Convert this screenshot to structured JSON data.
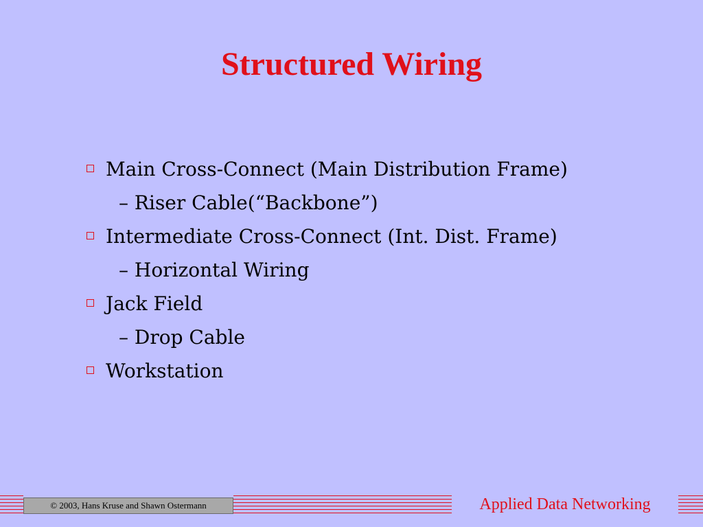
{
  "slide": {
    "title": "Structured Wiring",
    "bullets": [
      {
        "level": 1,
        "text": "Main Cross-Connect (Main Distribution Frame)"
      },
      {
        "level": 2,
        "text": "– Riser Cable(“Backbone”)"
      },
      {
        "level": 1,
        "text": "Intermediate Cross-Connect (Int. Dist. Frame)"
      },
      {
        "level": 2,
        "text": "– Horizontal Wiring"
      },
      {
        "level": 1,
        "text": "Jack Field"
      },
      {
        "level": 2,
        "text": "– Drop Cable"
      },
      {
        "level": 1,
        "text": "Workstation"
      }
    ]
  },
  "footer": {
    "copyright": "© 2003, Hans Kruse and Shawn Ostermann",
    "course": "Applied Data Networking"
  },
  "colors": {
    "background": "#c0c0ff",
    "accent_red": "#e0101a",
    "footer_box": "#a8a8a8"
  },
  "icons": {
    "level1_bullet": "hollow-square-icon"
  }
}
